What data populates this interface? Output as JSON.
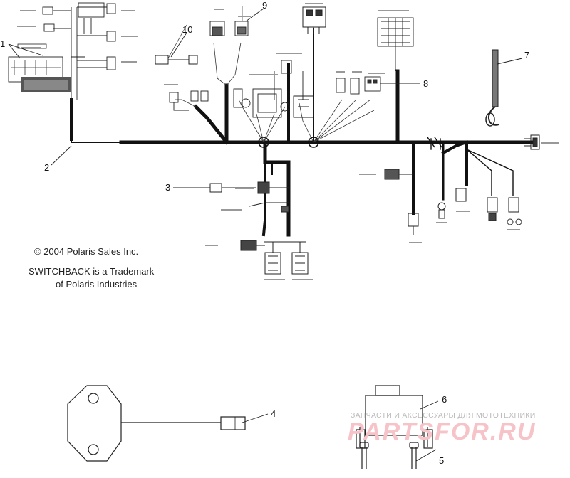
{
  "copyright": {
    "line1": "© 2004 Polaris Sales Inc.",
    "line2": "SWITCHBACK is a Trademark",
    "line3": "of Polaris Industries"
  },
  "callouts": [
    "1",
    "2",
    "3",
    "4",
    "5",
    "6",
    "7",
    "8",
    "9",
    "10"
  ],
  "watermark": {
    "top": "ЗАПЧАСТИ И АКСЕССУАРЫ ДЛЯ МОТОТЕХНИКИ",
    "logo": "PARTSFOR.RU"
  },
  "colors": {
    "wire": "#111111",
    "line": "#333333",
    "watermark": "#f6c3c8"
  }
}
